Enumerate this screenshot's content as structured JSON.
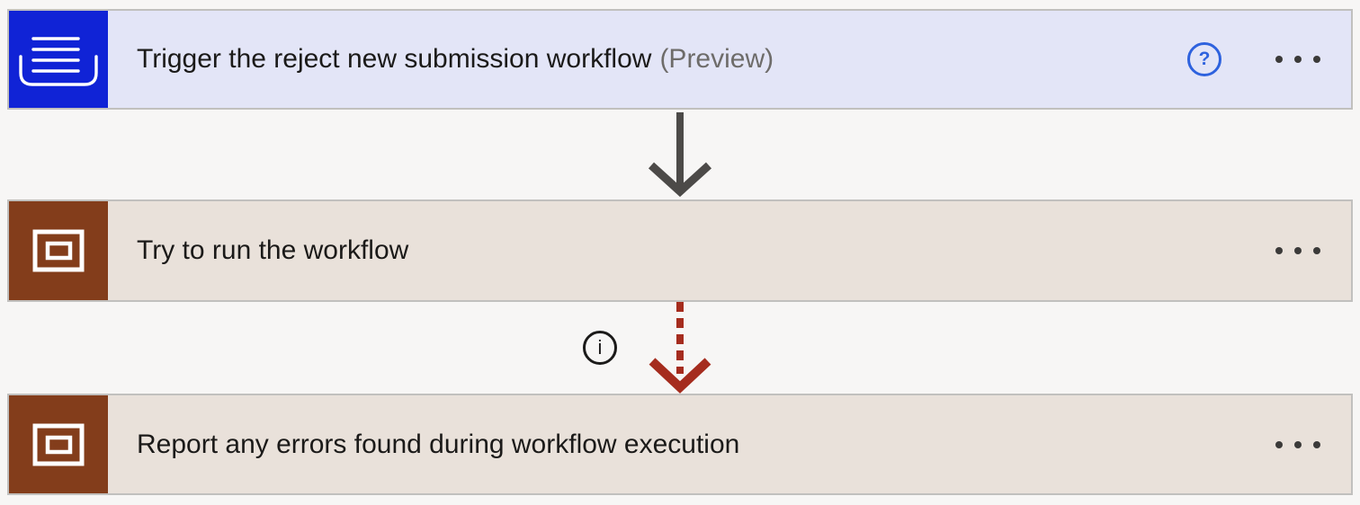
{
  "colors": {
    "page_bg": "#F7F6F5",
    "card_border": "#C1C0BE",
    "trigger_icon_bg": "#1023D6",
    "trigger_card_bg": "#E3E5F7",
    "scope_icon_bg": "#833D1B",
    "scope_card_bg": "#E9E1DA",
    "title_text": "#1B1A19",
    "preview_text": "#6E6C6A",
    "help_accent": "#2E62DE",
    "solid_arrow": "#4C4A48",
    "error_arrow": "#A52C1E",
    "menu_dots": "#3B3A39",
    "info_icon": "#1B1A19"
  },
  "cards": [
    {
      "title": "Trigger the reject new submission workflow",
      "suffix": "(Preview)",
      "help_glyph": "?",
      "icon": "inbox-lines-icon"
    },
    {
      "title": "Try to run the workflow",
      "icon": "nested-rectangles-icon"
    },
    {
      "title": "Report any errors found during workflow execution",
      "icon": "nested-rectangles-icon"
    }
  ],
  "connectors": [
    {
      "style": "solid",
      "direction": "down"
    },
    {
      "style": "dashed",
      "direction": "down",
      "info_glyph": "i"
    }
  ],
  "icons": {
    "help": "question-circle-icon",
    "menu": "ellipsis-icon",
    "info": "info-circle-icon"
  }
}
